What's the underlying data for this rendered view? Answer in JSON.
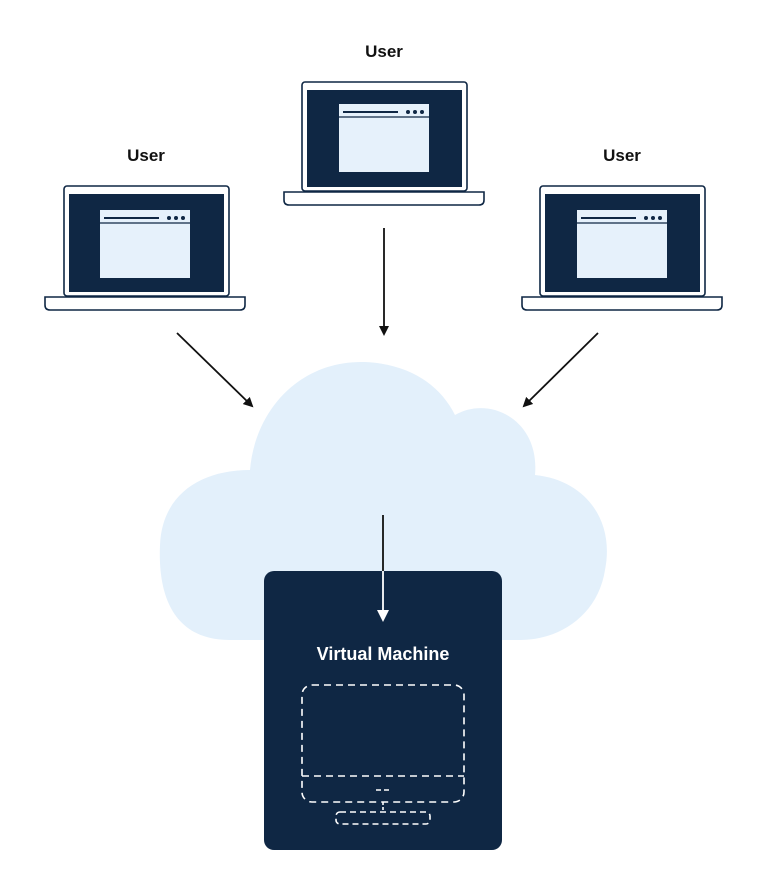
{
  "users": [
    {
      "label": "User"
    },
    {
      "label": "User"
    },
    {
      "label": "User"
    }
  ],
  "virtual_machine": {
    "title": "Virtual Machine"
  },
  "colors": {
    "navy": "#0f2744",
    "screen_window": "#e6f1fb",
    "cloud": "#e3f0fb",
    "arrow": "#111111",
    "background": "#ffffff"
  },
  "icons": [
    "laptop-icon",
    "browser-window-icon",
    "cloud-icon",
    "desktop-monitor-icon",
    "keyboard-icon"
  ]
}
